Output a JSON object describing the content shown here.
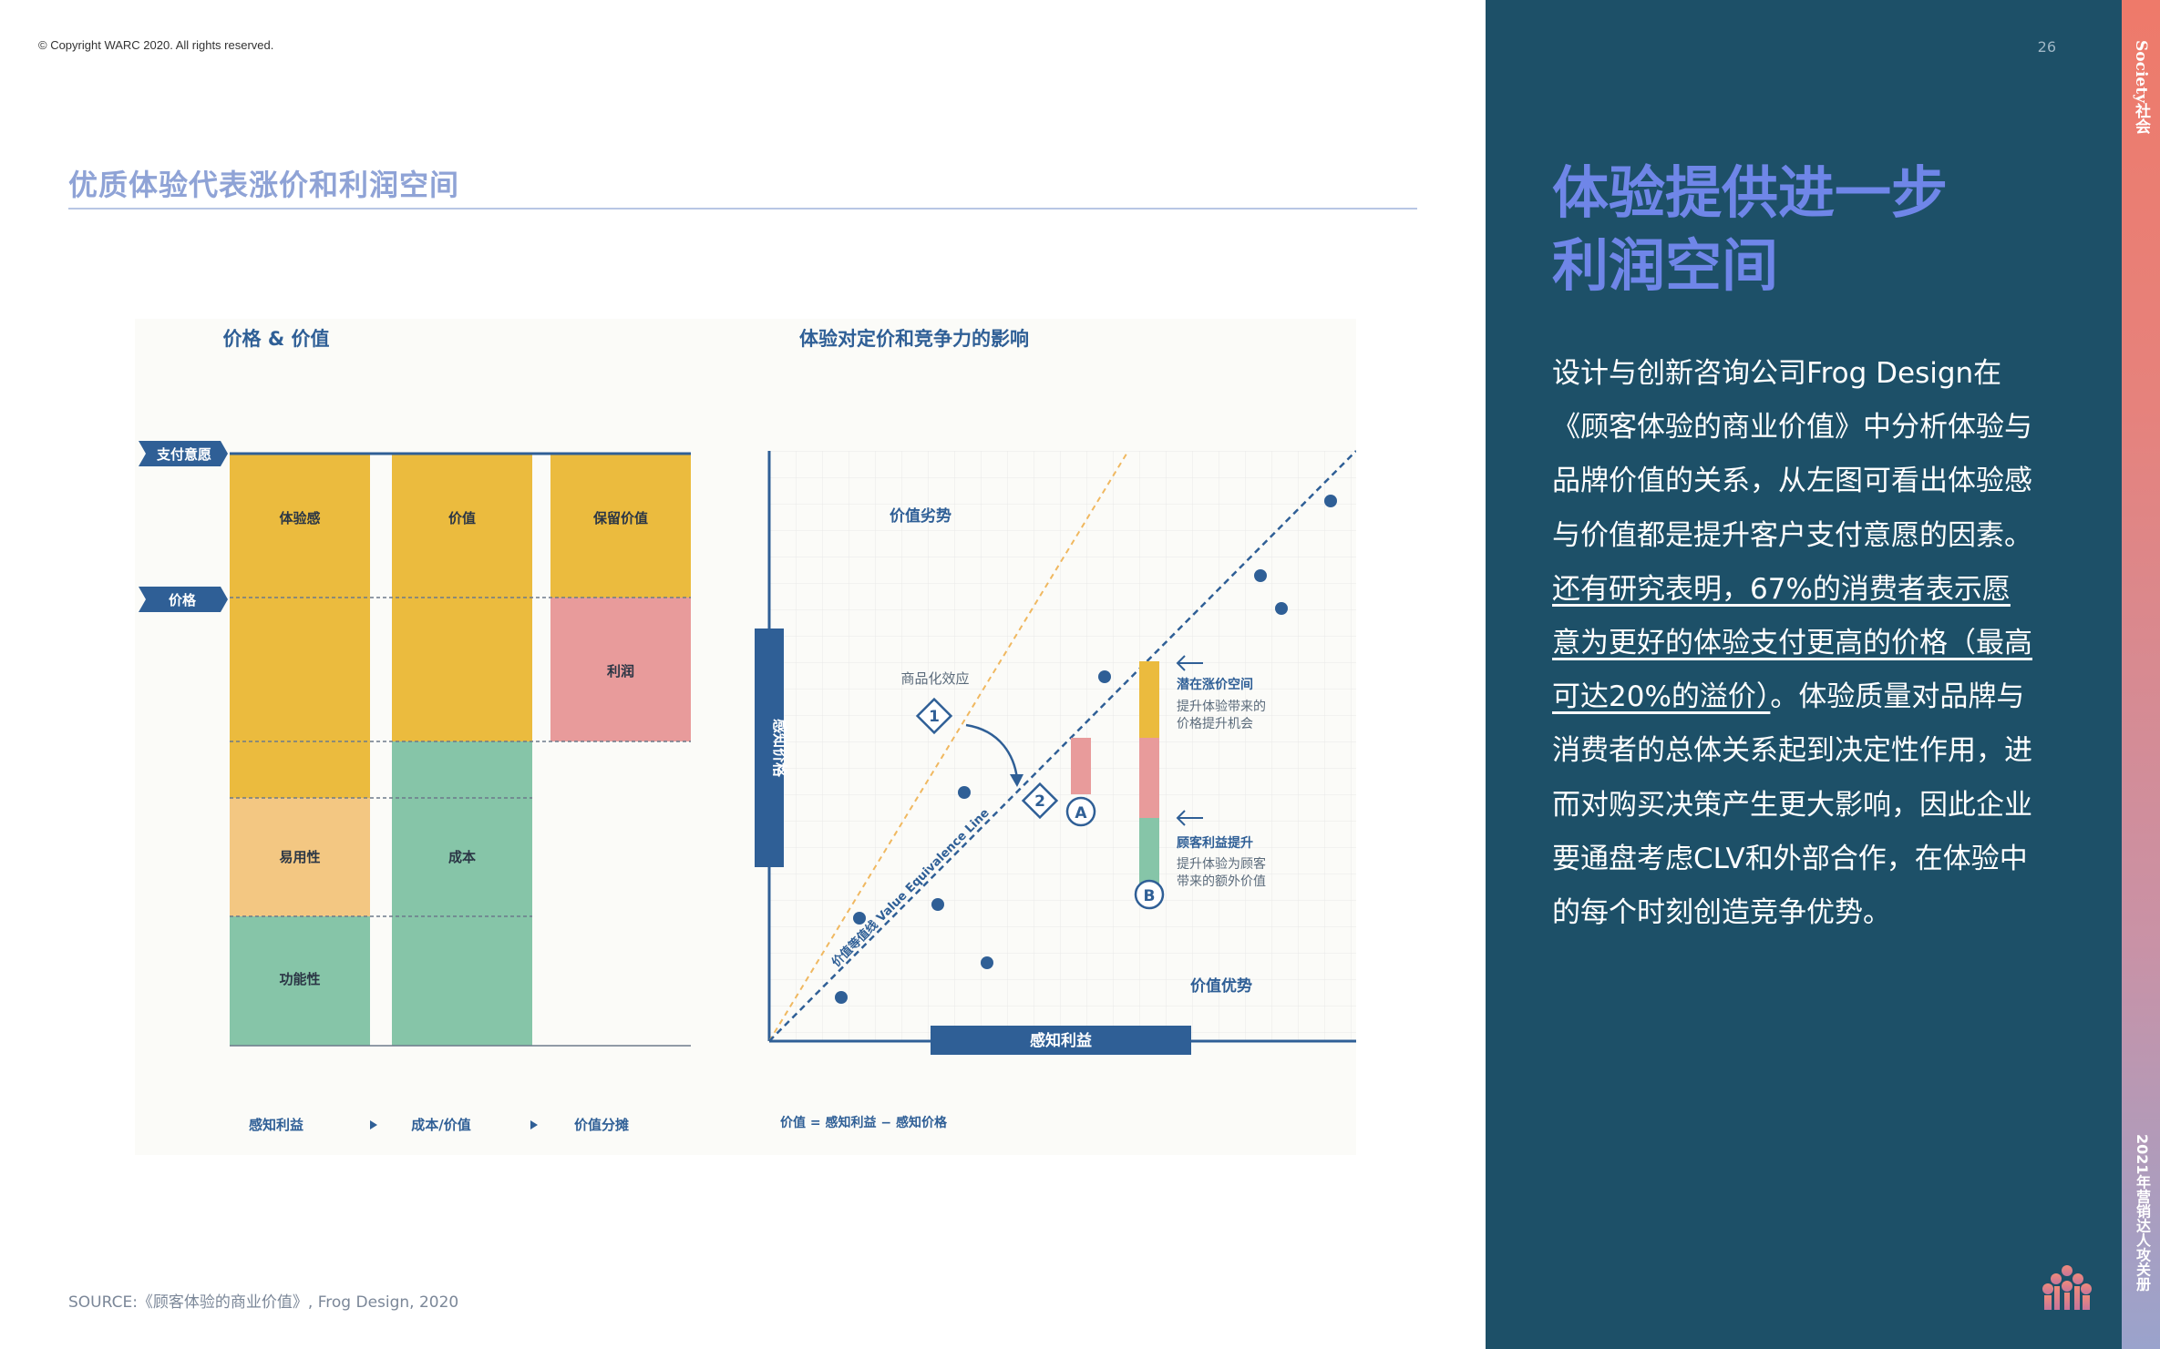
{
  "header": {
    "copyright": "© Copyright WARC 2020. All rights reserved.",
    "page_number": "26",
    "page_title": "优质体验代表涨价和利润空间"
  },
  "figure": {
    "left": {
      "title": "价格 & 价值",
      "markers": [
        "支付意愿",
        "价格"
      ],
      "columns": [
        {
          "name": "感知利益",
          "segments": [
            "体验感",
            "易用性",
            "功能性"
          ]
        },
        {
          "name": "成本/价值",
          "segments": [
            "价值",
            "成本"
          ]
        },
        {
          "name": "价值分摊",
          "segments": [
            "保留价值",
            "利润"
          ]
        }
      ],
      "footer": [
        "感知利益",
        "成本/价值",
        "价值分摊"
      ]
    },
    "right": {
      "title": "体验对定价和竞争力的影响",
      "y_axis_label": "感知价格",
      "x_axis_label": "感知利益",
      "region_top": "价值劣势",
      "region_bottom": "价值优势",
      "commodity_label": "商品化效应",
      "marker_1": "1",
      "marker_2": "2",
      "marker_a": "A",
      "marker_b": "B",
      "line_label": "价值等值线 Value Equivalence Line",
      "annotation_1_title": "潜在涨价空间",
      "annotation_1_line1": "提升体验带来的",
      "annotation_1_line2": "价格提升机会",
      "annotation_2_title": "顾客利益提升",
      "annotation_2_line1": "提升体验为顾客",
      "annotation_2_line2": "带来的额外价值",
      "formula": "价值 = 感知利益 − 感知价格"
    },
    "colors": {
      "yellow": "#ebbb3e",
      "light_orange": "#f3c782",
      "green": "#86c5a8",
      "pink": "#e89b9b",
      "navy": "#2f5f96"
    }
  },
  "source": "SOURCE:《顾客体验的商业价值》, Frog Design, 2020",
  "sidebar": {
    "heading_line1": "体验提供进一步",
    "heading_line2": "利润空间",
    "body_part1": "设计与创新咨询公司Frog Design在《顾客体验的商业价值》中分析体验与品牌价值的关系，从左图可看出体验感与价值都是提升客户支付意愿的因素。",
    "body_highlight": "还有研究表明，67%的消费者表示愿意为更好的体验支付更高的价格（最高可达20%的溢价）",
    "body_part2": "。体验质量对品牌与消费者的总体关系起到决定性作用，进而对购买决策产生更大影响，因此企业要通盘考虑CLV和外部合作，在体验中的每个时刻创造竞争优势。",
    "strip_top": "Society社会",
    "strip_bottom": "2021年营销达人攻关册",
    "logo_icon": "tree-people-logo-icon"
  }
}
